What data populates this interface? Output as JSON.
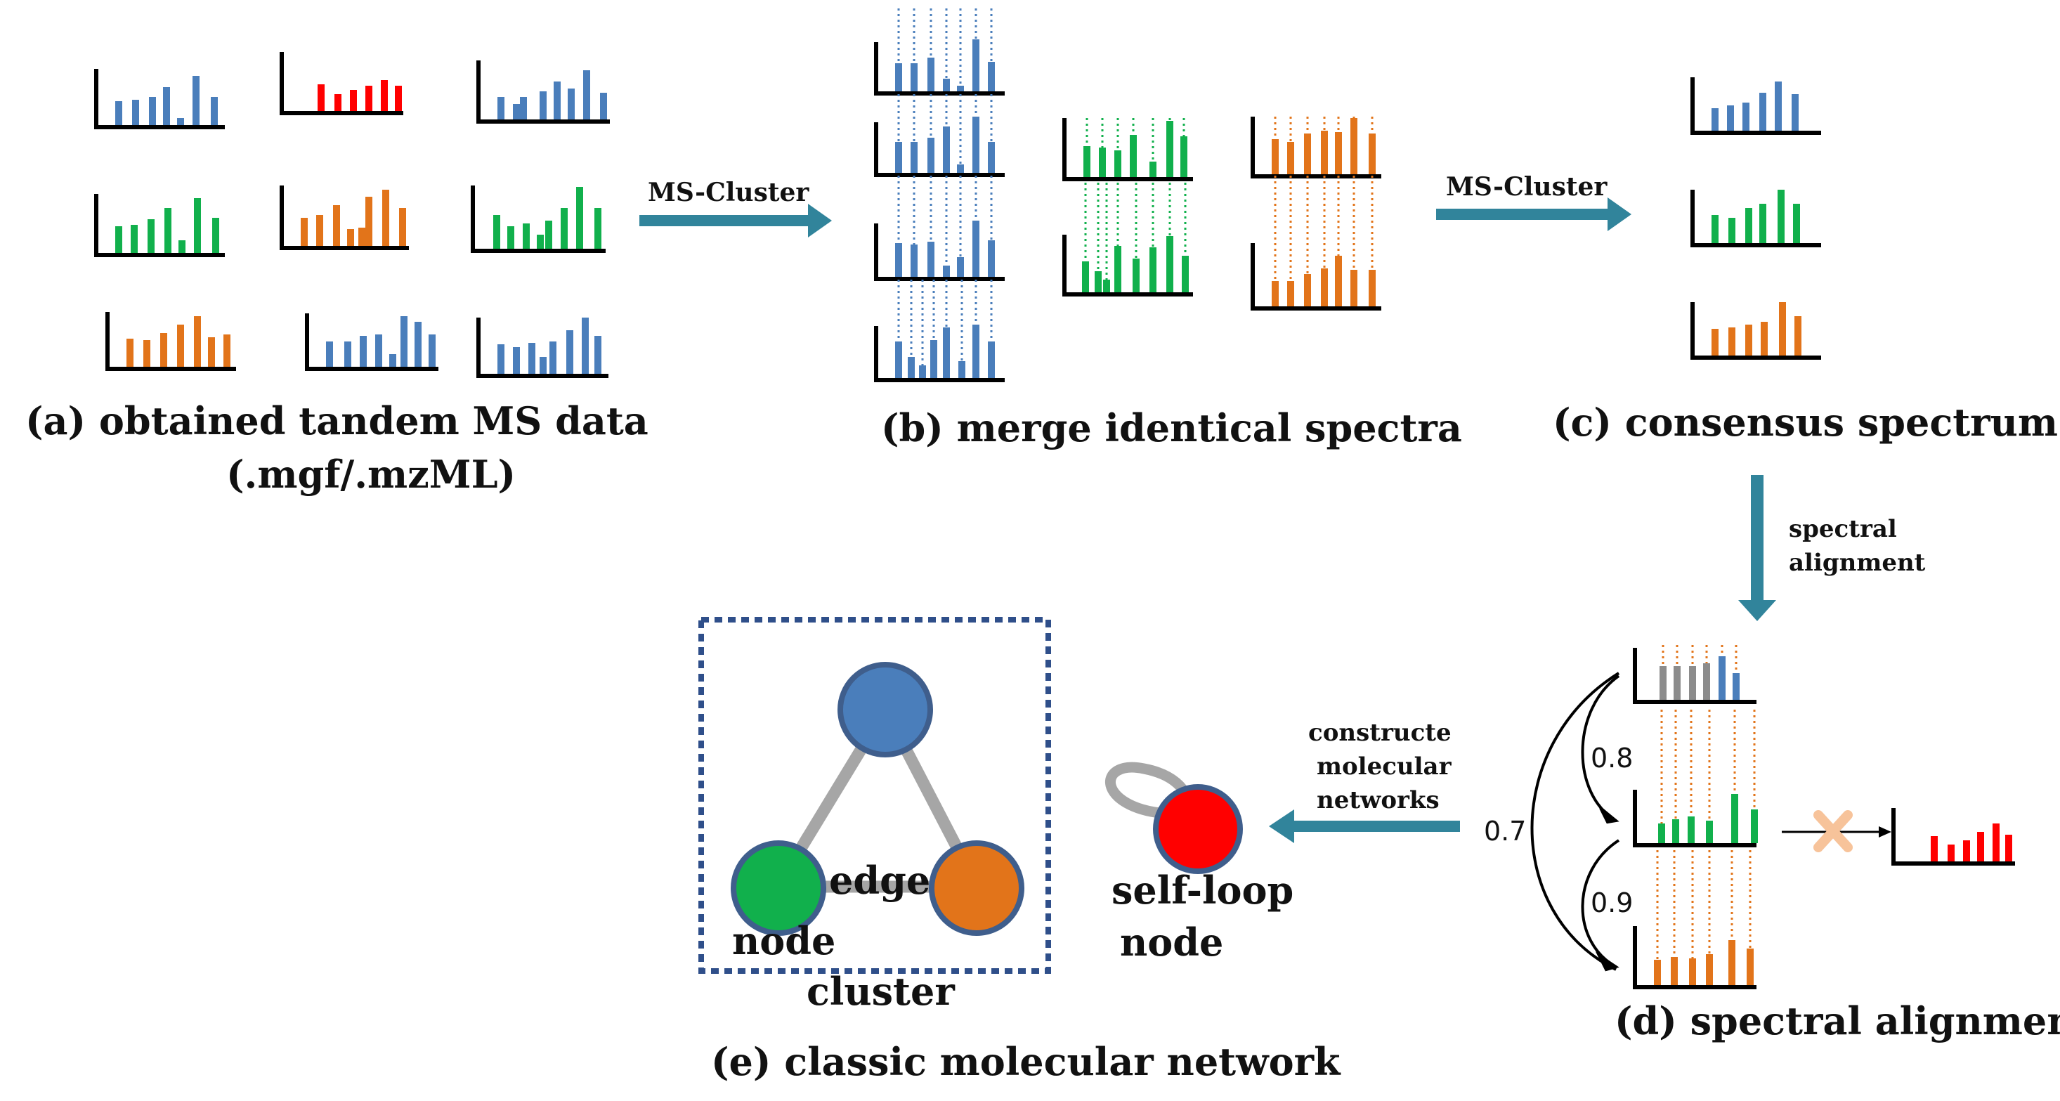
{
  "colors": {
    "blue": "#4a7ebb",
    "red": "#ff0000",
    "green": "#11b04c",
    "orange": "#e2741a",
    "gray": "#8c8c8c",
    "arrow": "#31849b",
    "axis": "#000000",
    "node_stroke": "#3f5e8c",
    "edge": "#a6a6a6",
    "cross": "#f7c39a"
  },
  "captions": {
    "a": "(a) obtained tandem MS data",
    "a_format": "(.mgf/.mzML)",
    "b": "(b) merge identical spectra",
    "c": "(c) consensus spectrum",
    "d": "(d) spectral alignment",
    "e": "(e) classic molecular network"
  },
  "arrows": {
    "ab": "MS-Cluster",
    "bc": "MS-Cluster",
    "cd_line1": "spectral",
    "cd_line2": "alignment",
    "de_line1": "constructe",
    "de_line2": "molecular",
    "de_line3": "networks"
  },
  "scores": {
    "s1": "0.8",
    "s2": "0.9",
    "s3": "0.7"
  },
  "network": {
    "edge_label": "edge",
    "node_label": "node",
    "cluster_label": "cluster",
    "selfloop_line1": "self-loop",
    "selfloop_line2": "node"
  }
}
